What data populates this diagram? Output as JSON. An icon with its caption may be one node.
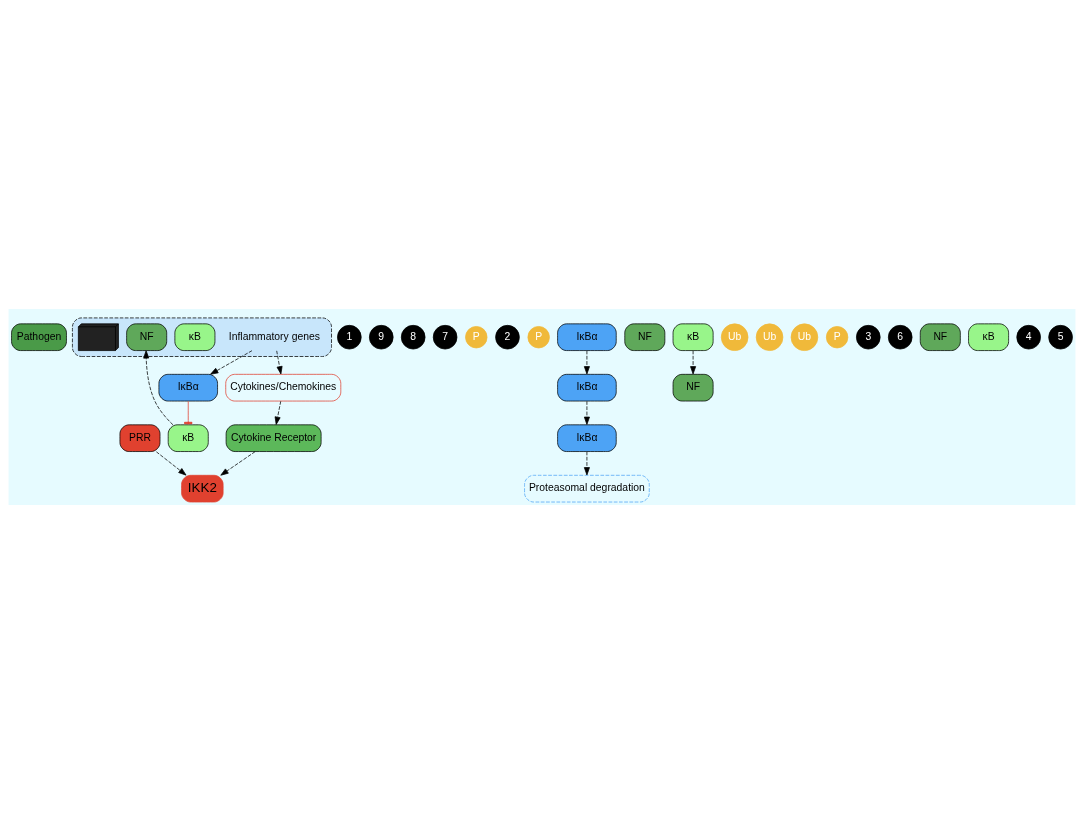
{
  "diagram": {
    "nodes": [
      {
        "text": [
          "Pathogen"
        ]
      },
      {
        "text": [
          "PRR"
        ]
      },
      {
        "text": [
          "Cytokine Receptor"
        ]
      },
      {
        "text": [
          "Cytokines/Chemokines"
        ]
      },
      {
        "text": [
          "1"
        ]
      },
      {
        "text": [
          "9"
        ]
      },
      {
        "text": [
          "8"
        ]
      },
      {
        "text": [
          "7"
        ]
      },
      {
        "text": [
          "P"
        ]
      },
      {
        "text": [
          "IKK2"
        ]
      },
      {
        "text": [
          "2"
        ]
      },
      {
        "text": [
          "P"
        ]
      },
      {
        "text": [
          "IκBα"
        ]
      },
      {
        "text": [
          "NF"
        ]
      },
      {
        "text": [
          "κB"
        ]
      },
      {
        "text": [
          "Ub"
        ]
      },
      {
        "text": [
          "Ub"
        ]
      },
      {
        "text": [
          "Ub"
        ]
      },
      {
        "text": [
          "P"
        ]
      },
      {
        "text": [
          "3"
        ]
      },
      {
        "text": [
          "IκBα"
        ]
      },
      {
        "text": [
          "Proteasomal degradation"
        ]
      },
      {
        "text": [
          "NF"
        ]
      },
      {
        "text": [
          "κB"
        ]
      },
      {
        "text": [
          "IκBα"
        ]
      },
      {
        "text": [
          "6"
        ]
      },
      {
        "text": [
          "IκBα"
        ]
      },
      {
        "text": [
          "NF"
        ]
      },
      {
        "text": [
          "κB"
        ]
      },
      {
        "text": [
          "4"
        ]
      },
      {
        "text": [],
        "shape": "ellipse"
      },
      {
        "text": [
          "NF"
        ],
        "in": 30
      },
      {
        "text": [
          "κB"
        ],
        "in": 30
      },
      {
        "text": [
          "Inflammatory genes"
        ],
        "in": 30
      },
      {
        "text": [],
        "shape": "picture",
        "in": 30
      },
      {
        "text": [
          "5"
        ]
      }
    ],
    "edges": [
      {
        "from": 1,
        "to": 9,
        "arrow": "to",
        "style": "dashed"
      },
      {
        "from": 2,
        "to": 9,
        "arrow": "to",
        "style": "dashed"
      },
      {
        "from": 26,
        "to": 12,
        "arrow": "to",
        "style": "dashed"
      },
      {
        "from": 12,
        "to": 20,
        "arrow": "to",
        "style": "dashed"
      },
      {
        "from": 20,
        "to": 21,
        "arrow": "to",
        "style": "dashed"
      },
      {
        "from": 14,
        "to": 22,
        "arrow": "to",
        "style": "dashed"
      },
      {
        "from": 23,
        "to": 31,
        "arrow": "to",
        "style": "dashed"
      },
      {
        "from": 33,
        "to": 24,
        "arrow": "to",
        "style": "dashed"
      },
      {
        "from": 33,
        "to": 3,
        "arrow": "to",
        "style": "dashed"
      },
      {
        "from": 3,
        "to": 2,
        "arrow": "to",
        "style": "dashed"
      },
      {
        "from": 24,
        "to": 23,
        "arrow": "other",
        "color": "#e03a2a"
      }
    ]
  }
}
